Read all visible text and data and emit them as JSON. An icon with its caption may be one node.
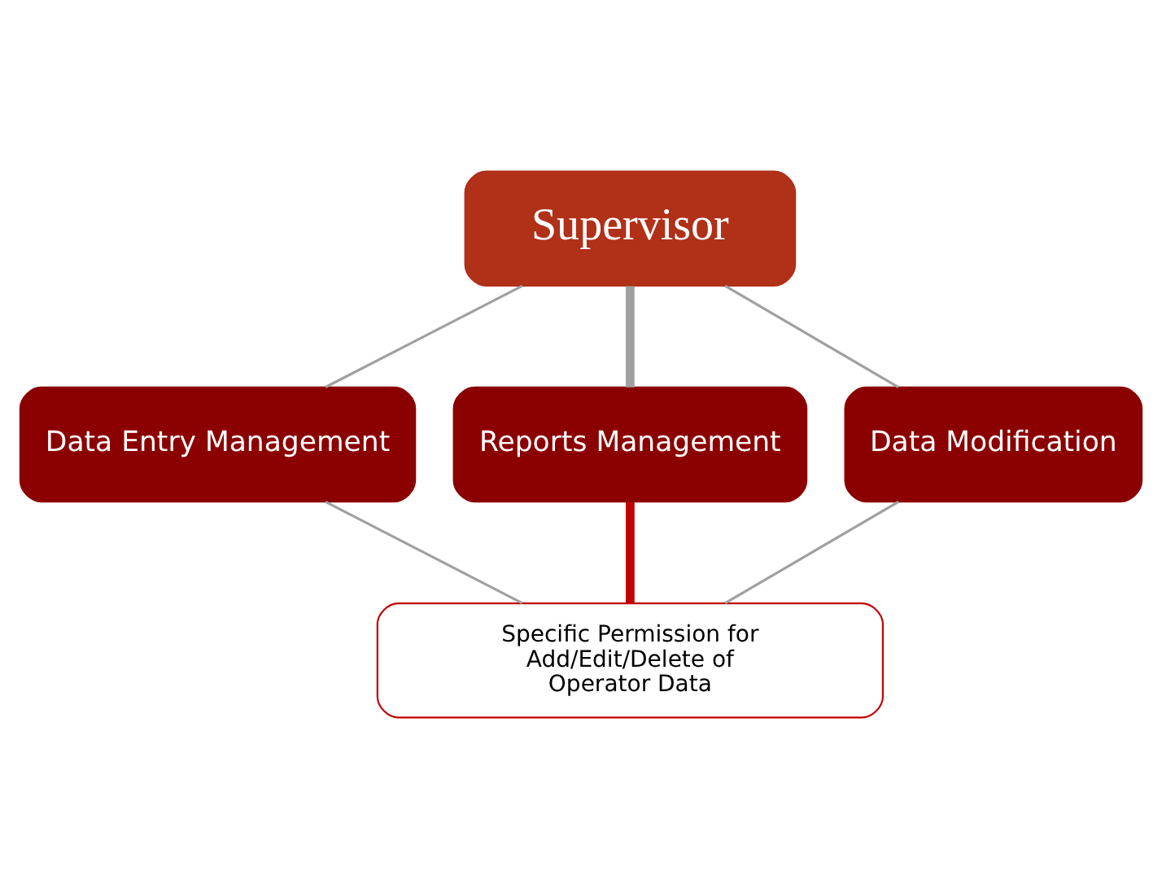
{
  "diagram": {
    "nodes": [
      {
        "text": [
          "Supervisor"
        ]
      },
      {
        "text": [
          "Data Entry Management"
        ]
      },
      {
        "text": [
          "Reports Management"
        ]
      },
      {
        "text": [
          "Data Modification"
        ]
      },
      {
        "text": [
          "Specific Permission for Add/Edit/Delete of Operator Data"
        ]
      }
    ],
    "edges": [
      {
        "from": 0,
        "to": 1,
        "arrow": "none"
      },
      {
        "from": 0,
        "to": 2,
        "arrow": "none",
        "style": "thick"
      },
      {
        "from": 0,
        "to": 3,
        "arrow": "none"
      },
      {
        "from": 1,
        "to": 4,
        "arrow": "none"
      },
      {
        "from": 2,
        "to": 4,
        "arrow": "none",
        "style": "thick",
        "color": "#c00000"
      },
      {
        "from": 3,
        "to": 4,
        "arrow": "none"
      }
    ]
  }
}
